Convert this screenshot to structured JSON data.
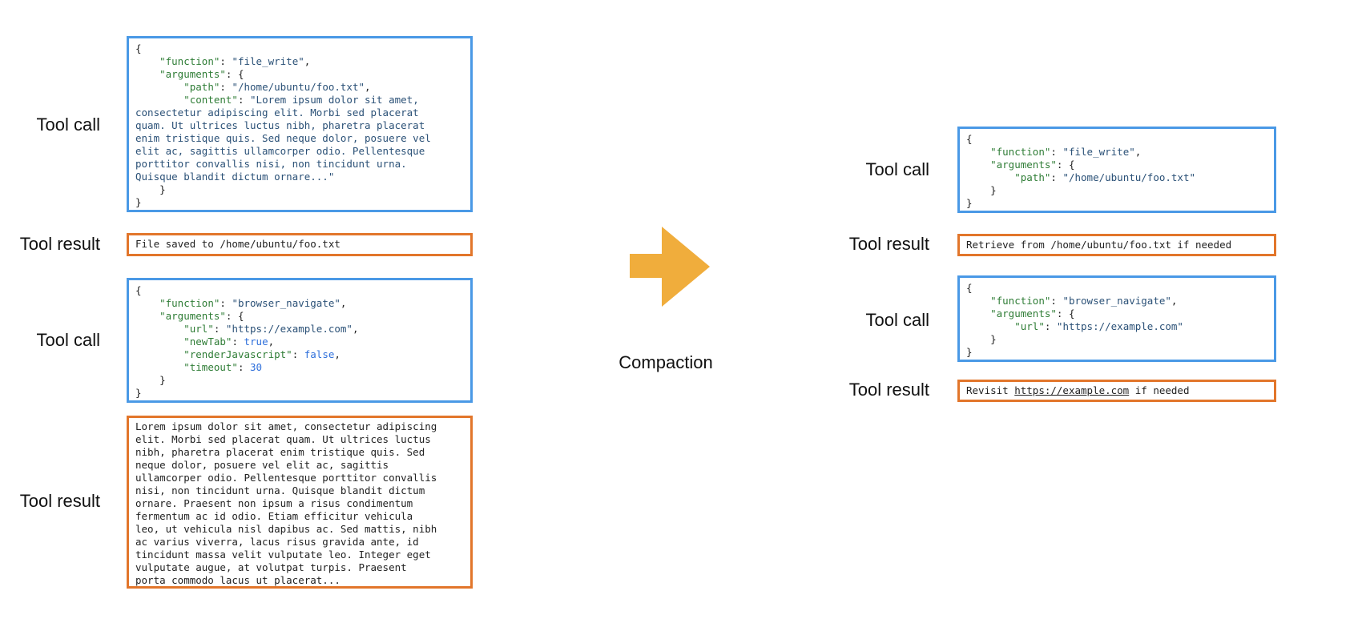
{
  "labels": {
    "tool_call": "Tool call",
    "tool_result": "Tool result",
    "compaction": "Compaction"
  },
  "colors": {
    "tool_call_border": "#4a99e6",
    "tool_result_border": "#e2762b",
    "arrow_fill": "#f0ad3c",
    "json_key": "#2f7d36",
    "json_string": "#2b5177",
    "json_literal": "#2e6fdb",
    "plain_text": "#222222"
  },
  "left": {
    "call1_lines": [
      [
        [
          "p",
          "{"
        ]
      ],
      [
        [
          "p",
          "    "
        ],
        [
          "k",
          "\"function\""
        ],
        [
          "p",
          ": "
        ],
        [
          "s",
          "\"file_write\""
        ],
        [
          "p",
          ","
        ]
      ],
      [
        [
          "p",
          "    "
        ],
        [
          "k",
          "\"arguments\""
        ],
        [
          "p",
          ": {"
        ]
      ],
      [
        [
          "p",
          "        "
        ],
        [
          "k",
          "\"path\""
        ],
        [
          "p",
          ": "
        ],
        [
          "s",
          "\"/home/ubuntu/foo.txt\""
        ],
        [
          "p",
          ","
        ]
      ],
      [
        [
          "p",
          "        "
        ],
        [
          "k",
          "\"content\""
        ],
        [
          "p",
          ": "
        ],
        [
          "s",
          "\"Lorem ipsum dolor sit amet,"
        ]
      ],
      [
        [
          "s",
          "consectetur adipiscing elit. Morbi sed placerat"
        ]
      ],
      [
        [
          "s",
          "quam. Ut ultrices luctus nibh, pharetra placerat"
        ]
      ],
      [
        [
          "s",
          "enim tristique quis. Sed neque dolor, posuere vel"
        ]
      ],
      [
        [
          "s",
          "elit ac, sagittis ullamcorper odio. Pellentesque"
        ]
      ],
      [
        [
          "s",
          "porttitor convallis nisi, non tincidunt urna."
        ]
      ],
      [
        [
          "s",
          "Quisque blandit dictum ornare...\""
        ]
      ],
      [
        [
          "p",
          "    }"
        ]
      ],
      [
        [
          "p",
          "}"
        ]
      ]
    ],
    "result1_lines": [
      [
        [
          "p",
          "File saved to /home/ubuntu/foo.txt"
        ]
      ]
    ],
    "call2_lines": [
      [
        [
          "p",
          "{"
        ]
      ],
      [
        [
          "p",
          "    "
        ],
        [
          "k",
          "\"function\""
        ],
        [
          "p",
          ": "
        ],
        [
          "s",
          "\"browser_navigate\""
        ],
        [
          "p",
          ","
        ]
      ],
      [
        [
          "p",
          "    "
        ],
        [
          "k",
          "\"arguments\""
        ],
        [
          "p",
          ": {"
        ]
      ],
      [
        [
          "p",
          "        "
        ],
        [
          "k",
          "\"url\""
        ],
        [
          "p",
          ": "
        ],
        [
          "s",
          "\"https://example.com\""
        ],
        [
          "p",
          ","
        ]
      ],
      [
        [
          "p",
          "        "
        ],
        [
          "k",
          "\"newTab\""
        ],
        [
          "p",
          ": "
        ],
        [
          "l",
          "true"
        ],
        [
          "p",
          ","
        ]
      ],
      [
        [
          "p",
          "        "
        ],
        [
          "k",
          "\"renderJavascript\""
        ],
        [
          "p",
          ": "
        ],
        [
          "l",
          "false"
        ],
        [
          "p",
          ","
        ]
      ],
      [
        [
          "p",
          "        "
        ],
        [
          "k",
          "\"timeout\""
        ],
        [
          "p",
          ": "
        ],
        [
          "l",
          "30"
        ]
      ],
      [
        [
          "p",
          "    }"
        ]
      ],
      [
        [
          "p",
          "}"
        ]
      ]
    ],
    "result2_lines": [
      [
        [
          "p",
          "Lorem ipsum dolor sit amet, consectetur adipiscing"
        ]
      ],
      [
        [
          "p",
          "elit. Morbi sed placerat quam. Ut ultrices luctus"
        ]
      ],
      [
        [
          "p",
          "nibh, pharetra placerat enim tristique quis. Sed"
        ]
      ],
      [
        [
          "p",
          "neque dolor, posuere vel elit ac, sagittis"
        ]
      ],
      [
        [
          "p",
          "ullamcorper odio. Pellentesque porttitor convallis"
        ]
      ],
      [
        [
          "p",
          "nisi, non tincidunt urna. Quisque blandit dictum"
        ]
      ],
      [
        [
          "p",
          "ornare. Praesent non ipsum a risus condimentum"
        ]
      ],
      [
        [
          "p",
          "fermentum ac id odio. Etiam efficitur vehicula"
        ]
      ],
      [
        [
          "p",
          "leo, ut vehicula nisl dapibus ac. Sed mattis, nibh"
        ]
      ],
      [
        [
          "p",
          "ac varius viverra, lacus risus gravida ante, id"
        ]
      ],
      [
        [
          "p",
          "tincidunt massa velit vulputate leo. Integer eget"
        ]
      ],
      [
        [
          "p",
          "vulputate augue, at volutpat turpis. Praesent"
        ]
      ],
      [
        [
          "p",
          "porta commodo lacus ut placerat..."
        ]
      ]
    ]
  },
  "right": {
    "call1_lines": [
      [
        [
          "p",
          "{"
        ]
      ],
      [
        [
          "p",
          "    "
        ],
        [
          "k",
          "\"function\""
        ],
        [
          "p",
          ": "
        ],
        [
          "s",
          "\"file_write\""
        ],
        [
          "p",
          ","
        ]
      ],
      [
        [
          "p",
          "    "
        ],
        [
          "k",
          "\"arguments\""
        ],
        [
          "p",
          ": {"
        ]
      ],
      [
        [
          "p",
          "        "
        ],
        [
          "k",
          "\"path\""
        ],
        [
          "p",
          ": "
        ],
        [
          "s",
          "\"/home/ubuntu/foo.txt\""
        ]
      ],
      [
        [
          "p",
          "    }"
        ]
      ],
      [
        [
          "p",
          "}"
        ]
      ]
    ],
    "result1_lines": [
      [
        [
          "p",
          "Retrieve from /home/ubuntu/foo.txt if needed"
        ]
      ]
    ],
    "call2_lines": [
      [
        [
          "p",
          "{"
        ]
      ],
      [
        [
          "p",
          "    "
        ],
        [
          "k",
          "\"function\""
        ],
        [
          "p",
          ": "
        ],
        [
          "s",
          "\"browser_navigate\""
        ],
        [
          "p",
          ","
        ]
      ],
      [
        [
          "p",
          "    "
        ],
        [
          "k",
          "\"arguments\""
        ],
        [
          "p",
          ": {"
        ]
      ],
      [
        [
          "p",
          "        "
        ],
        [
          "k",
          "\"url\""
        ],
        [
          "p",
          ": "
        ],
        [
          "s",
          "\"https://example.com\""
        ]
      ],
      [
        [
          "p",
          "    }"
        ]
      ],
      [
        [
          "p",
          "}"
        ]
      ]
    ],
    "result2_lines": [
      [
        [
          "p",
          "Revisit "
        ],
        [
          "u",
          "https://example.com"
        ],
        [
          "p",
          " if needed"
        ]
      ]
    ]
  }
}
